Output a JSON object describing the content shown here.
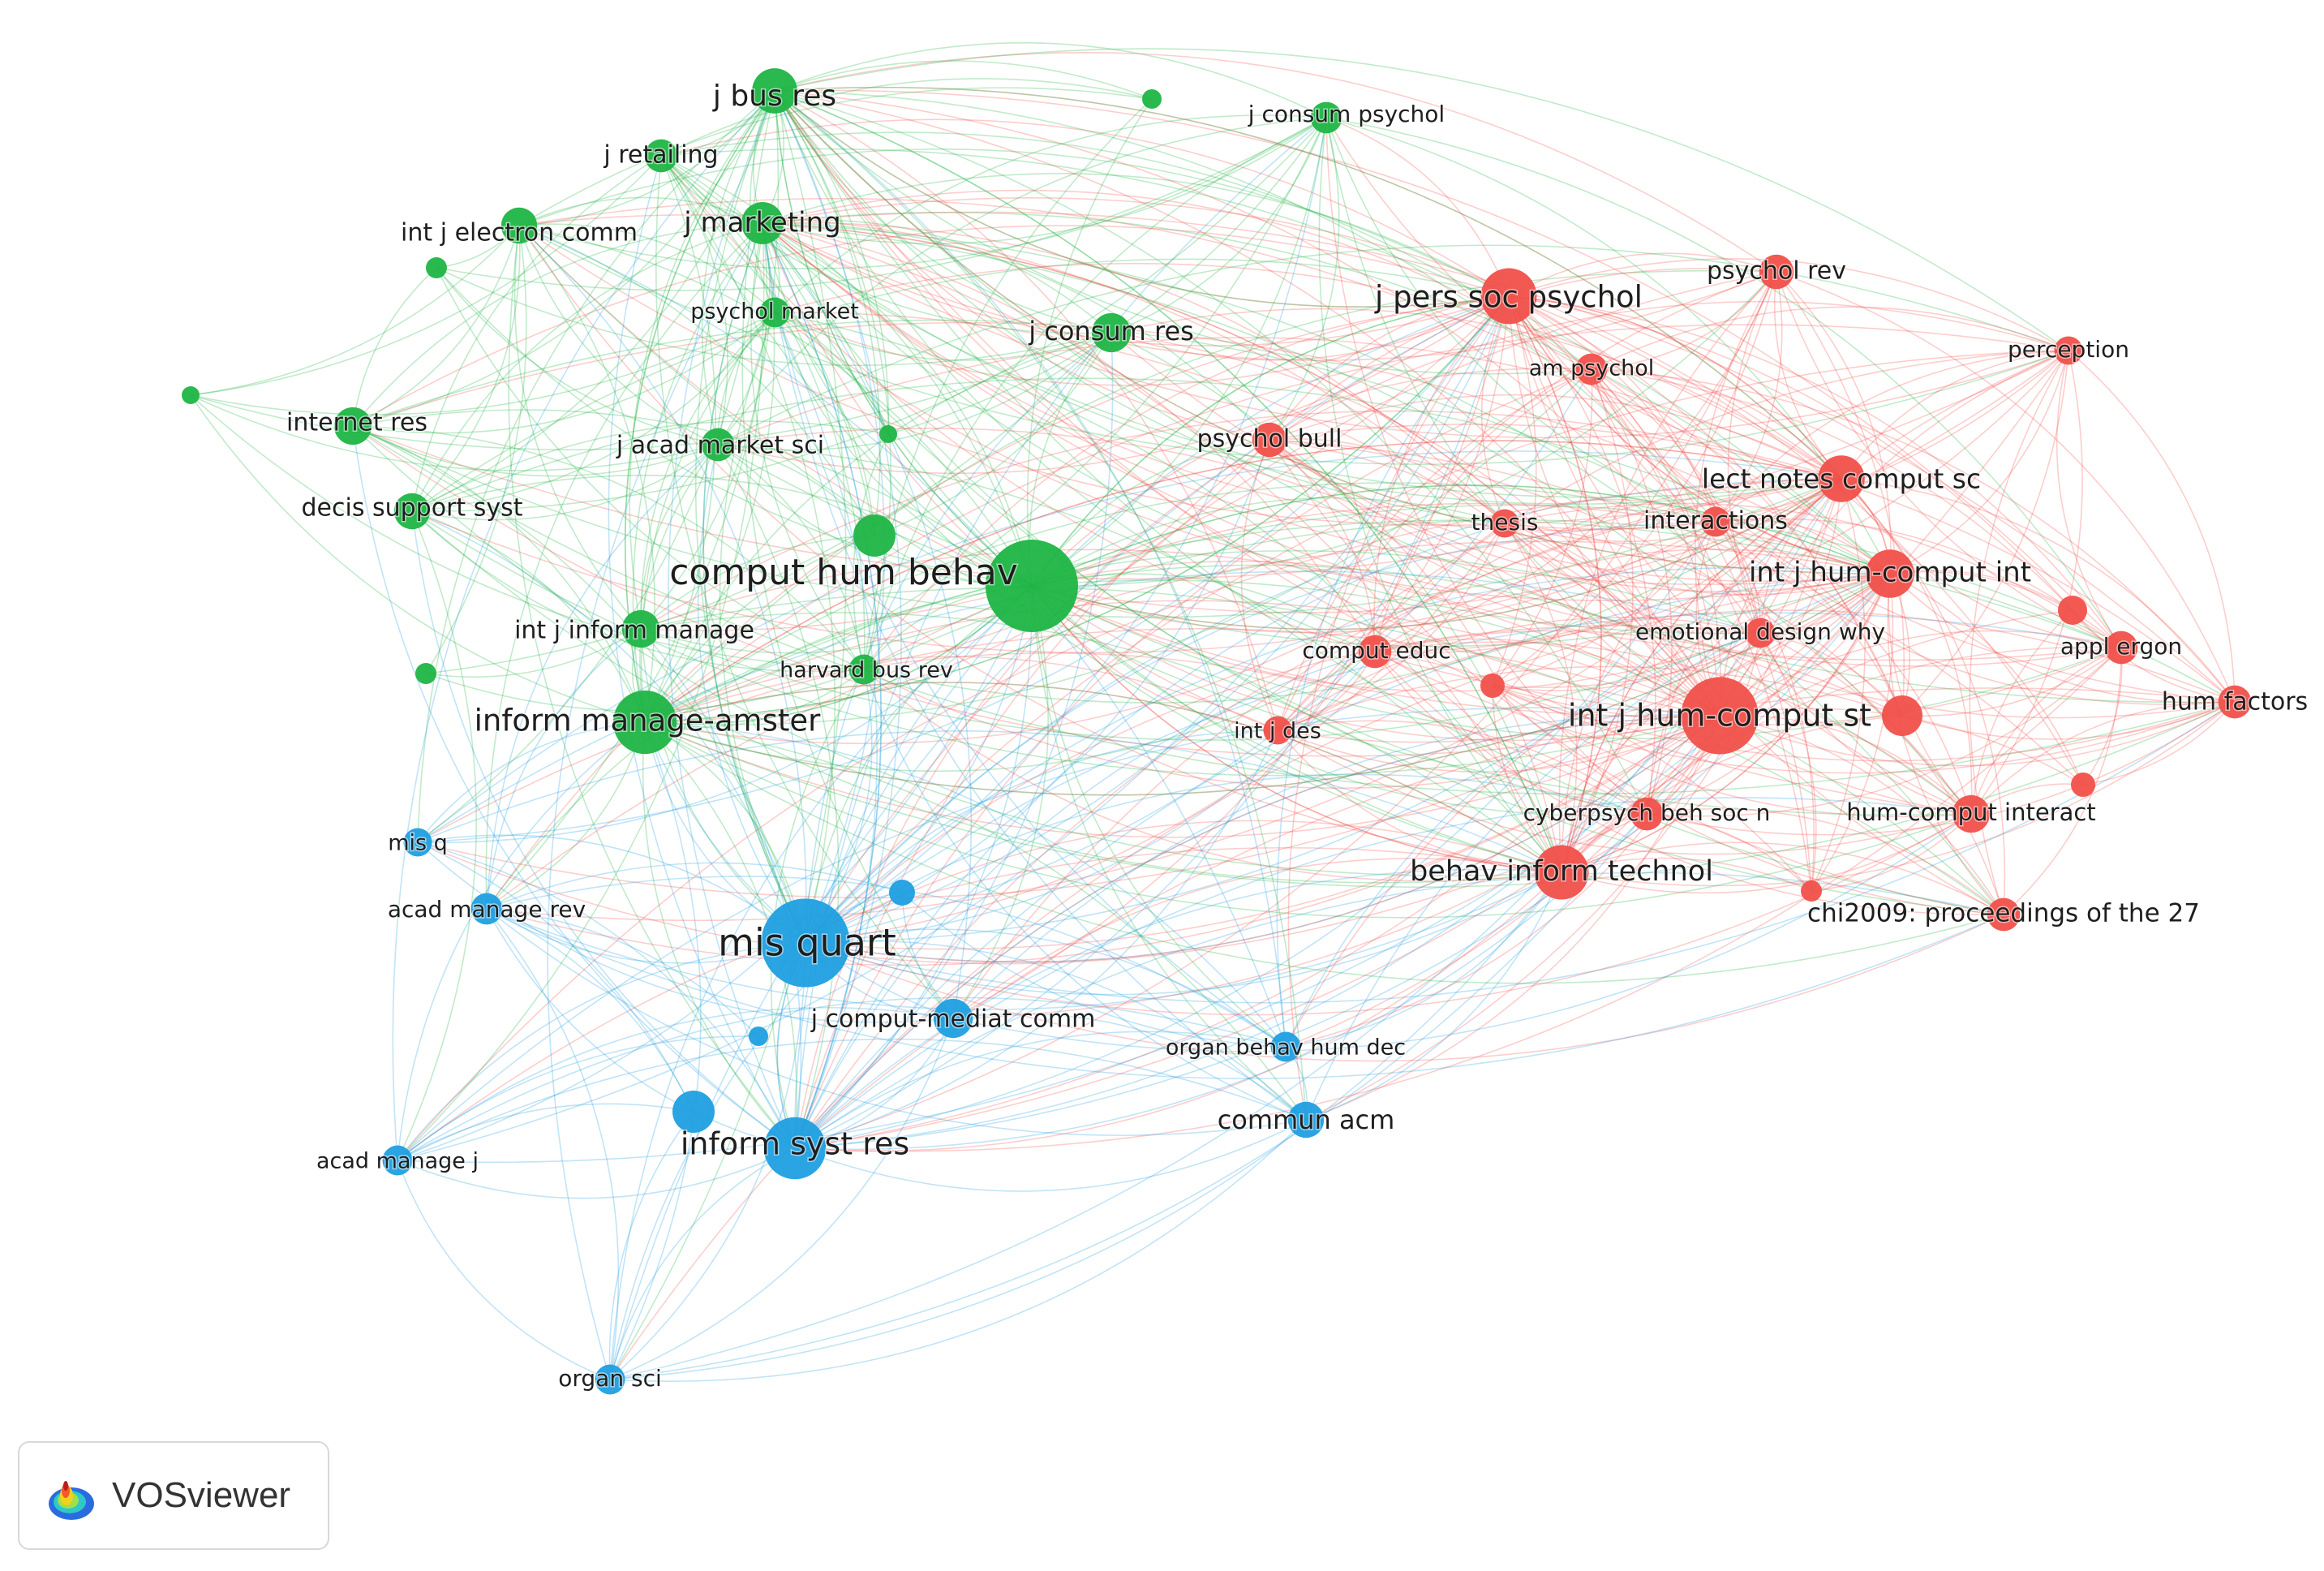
{
  "colors": {
    "green": "#1fb544",
    "blue": "#1f9fe0",
    "red": "#f1504a"
  },
  "logo": {
    "text": "VOSviewer",
    "icon": "vosviewer-heatmap-icon"
  },
  "nodes": [
    {
      "id": "comput-hum-behav",
      "label": "comput hum behav",
      "cluster": "green",
      "weight": 100
    },
    {
      "id": "j-bus-res",
      "label": "j bus res",
      "cluster": "green",
      "weight": 38
    },
    {
      "id": "j-retailing",
      "label": "j retailing",
      "cluster": "green",
      "weight": 22
    },
    {
      "id": "j-marketing",
      "label": "j marketing",
      "cluster": "green",
      "weight": 34
    },
    {
      "id": "int-j-electron-comm",
      "label": "int j electron comm",
      "cluster": "green",
      "weight": 26
    },
    {
      "id": "psychol-market",
      "label": "psychol market",
      "cluster": "green",
      "weight": 18
    },
    {
      "id": "j-consum-psychol",
      "label": "j consum psychol",
      "cluster": "green",
      "weight": 20
    },
    {
      "id": "j-consum-res",
      "label": "j consum res",
      "cluster": "green",
      "weight": 30
    },
    {
      "id": "internet-res",
      "label": "internet res",
      "cluster": "green",
      "weight": 28
    },
    {
      "id": "j-acad-market-sci",
      "label": "j acad market sci",
      "cluster": "green",
      "weight": 22
    },
    {
      "id": "decis-support-syst",
      "label": "decis support syst",
      "cluster": "green",
      "weight": 26
    },
    {
      "id": "int-j-inform-manage",
      "label": "int j inform manage",
      "cluster": "green",
      "weight": 28
    },
    {
      "id": "harvard-bus-rev",
      "label": "harvard bus rev",
      "cluster": "green",
      "weight": 18
    },
    {
      "id": "inform-manage-amster",
      "label": "inform manage-amster",
      "cluster": "green",
      "weight": 62
    },
    {
      "id": "mis-quart",
      "label": "mis quart",
      "cluster": "blue",
      "weight": 95
    },
    {
      "id": "mis-q",
      "label": "mis q",
      "cluster": "blue",
      "weight": 16
    },
    {
      "id": "acad-manage-rev",
      "label": "acad manage rev",
      "cluster": "blue",
      "weight": 20
    },
    {
      "id": "j-comput-mediat-comm",
      "label": "j comput-mediat comm",
      "cluster": "blue",
      "weight": 30
    },
    {
      "id": "organ-behav-hum-dec",
      "label": "organ behav hum dec",
      "cluster": "blue",
      "weight": 18
    },
    {
      "id": "inform-syst-res",
      "label": "inform syst res",
      "cluster": "blue",
      "weight": 60
    },
    {
      "id": "commun-acm",
      "label": "commun acm",
      "cluster": "blue",
      "weight": 26
    },
    {
      "id": "acad-manage-j",
      "label": "acad manage j",
      "cluster": "blue",
      "weight": 18
    },
    {
      "id": "organ-sci",
      "label": "organ sci",
      "cluster": "blue",
      "weight": 18
    },
    {
      "id": "j-pers-soc-psychol",
      "label": "j pers soc psychol",
      "cluster": "red",
      "weight": 52
    },
    {
      "id": "psychol-rev",
      "label": "psychol rev",
      "cluster": "red",
      "weight": 24
    },
    {
      "id": "am-psychol",
      "label": "am psychol",
      "cluster": "red",
      "weight": 20
    },
    {
      "id": "perception",
      "label": "perception",
      "cluster": "red",
      "weight": 16
    },
    {
      "id": "psychol-bull",
      "label": "psychol bull",
      "cluster": "red",
      "weight": 24
    },
    {
      "id": "lect-notes-comput-sc",
      "label": "lect notes comput sc",
      "cluster": "red",
      "weight": 40
    },
    {
      "id": "thesis",
      "label": "thesis",
      "cluster": "red",
      "weight": 16
    },
    {
      "id": "interactions",
      "label": "interactions",
      "cluster": "red",
      "weight": 18
    },
    {
      "id": "int-j-hum-comput-int",
      "label": "int j hum-comput int",
      "cluster": "red",
      "weight": 42
    },
    {
      "id": "emotional-design-why",
      "label": "emotional design why",
      "cluster": "red",
      "weight": 18
    },
    {
      "id": "comput-educ",
      "label": "comput educ",
      "cluster": "red",
      "weight": 22
    },
    {
      "id": "appl-ergon",
      "label": "appl ergon",
      "cluster": "red",
      "weight": 22
    },
    {
      "id": "hum-factors",
      "label": "hum factors",
      "cluster": "red",
      "weight": 22
    },
    {
      "id": "int-j-des",
      "label": "int j des",
      "cluster": "red",
      "weight": 16
    },
    {
      "id": "int-j-hum-comput-st",
      "label": "int j hum-comput st",
      "cluster": "red",
      "weight": 80
    },
    {
      "id": "cyberpsych-beh-soc-n",
      "label": "cyberpsych beh soc n",
      "cluster": "red",
      "weight": 22
    },
    {
      "id": "hum-comput-interact",
      "label": "hum-comput interact",
      "cluster": "red",
      "weight": 28
    },
    {
      "id": "behav-inform-technol",
      "label": "behav inform technol",
      "cluster": "red",
      "weight": 50
    },
    {
      "id": "chi2009",
      "label": "chi2009: proceedings of the 27",
      "cluster": "red",
      "weight": 22
    }
  ]
}
